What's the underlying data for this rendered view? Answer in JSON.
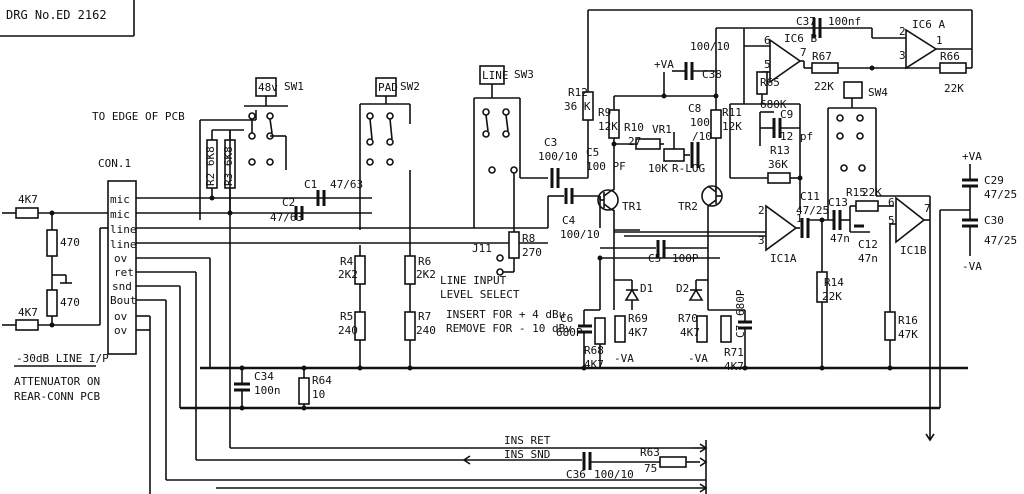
{
  "title_block": {
    "drg_label": "DRG No.",
    "drg_number": "ED 2162"
  },
  "edge_note": "TO EDGE OF PCB",
  "connector": {
    "label": "CON.1",
    "pins": [
      "mic",
      "mic",
      "line",
      "line",
      "ov",
      "ret",
      "snd",
      "Bout",
      "ov",
      "ov"
    ]
  },
  "switches": {
    "sw1": "SW1",
    "sw1_tag": "48v",
    "sw2": "SW2",
    "sw2_tag": "PAD",
    "sw3": "SW3",
    "sw3_tag": "LINE",
    "sw4": "SW4"
  },
  "attenuator": {
    "r_top": "4K7",
    "r_bottom": "4K7",
    "r_mid1": "470",
    "r_mid2": "470",
    "note1": "-30dB LINE I/P",
    "note2": "ATTENUATOR ON",
    "note3": "REAR-CONN PCB"
  },
  "components": {
    "R2": "R2 6K8",
    "R3": "R3 6K8",
    "C1": "C1",
    "C1v": "47/63",
    "C2": "C2",
    "C2v": "47/63",
    "R4": "R4",
    "R4v": "2K2",
    "R5": "R5",
    "R5v": "240",
    "R6": "R6",
    "R6v": "2K2",
    "R7": "R7",
    "R7v": "240",
    "J11": "J11",
    "R8": "R8",
    "R8v": "270",
    "C3": "C3",
    "C3v": "100/10",
    "C4": "C4",
    "C4v": "100/10",
    "C5a": "C5",
    "C5av": "100 PF",
    "R12": "R12",
    "R12v": "36 K",
    "R9": "R9",
    "R9v": "12K",
    "R10": "R10",
    "R10v": "27",
    "VR1": "VR1",
    "VR1v": "10K",
    "VR1t": "R-LOG",
    "C38": "C38",
    "C38v": "100/10",
    "C8": "C8",
    "C8v": "100",
    "C8v2": "/10",
    "R11": "R11",
    "R11v": "12K",
    "vapos": "+VA",
    "TR1": "TR1",
    "TR2": "TR2",
    "C5b": "C5",
    "C5bv": "100P",
    "D1": "D1",
    "D2": "D2",
    "C6": "C6",
    "C6v": "680P",
    "R68": "R68",
    "R68v": "4K7",
    "R69": "R69",
    "R69v": "4K7",
    "R70": "R70",
    "R70v": "4K7",
    "C7": "C7",
    "C7v": "680P",
    "R71": "R71",
    "R71v": "4K7",
    "va_neg": "-VA",
    "C37": "C37",
    "C37v": "100nf",
    "IC6A": "IC6 A",
    "IC6B": "IC6 B",
    "R65": "R65",
    "R65v": "680K",
    "R67": "R67",
    "R67v": "22K",
    "R66": "R66",
    "R66v": "22K",
    "C9": "C9",
    "C9v": "12 pf",
    "R13": "R13",
    "R13v": "36K",
    "C11": "C11",
    "C11v": "47/25",
    "IC1A": "IC1A",
    "C13": "C13",
    "C13v": "47n",
    "C12": "C12",
    "C12v": "47n",
    "R15": "R15",
    "R15v": "22K",
    "IC1B": "IC1B",
    "R14": "R14",
    "R14v": "22K",
    "R16": "R16",
    "R16v": "47K",
    "C29": "C29",
    "C29v": "47/25",
    "C30": "C30",
    "C30v": "47/25",
    "C34": "C34",
    "C34v": "100n",
    "R64": "R64",
    "R64v": "10",
    "C36": "C36",
    "C36v": "100/10",
    "R63": "R63",
    "R63v": "75"
  },
  "notes": {
    "level_1": "LINE INPUT",
    "level_2": "LEVEL SELECT",
    "level_3": "INSERT FOR + 4 dBu",
    "level_4": "REMOVE FOR - 10 dBv"
  },
  "insert_labels": {
    "ret": "INS RET",
    "snd": "INS SND"
  }
}
